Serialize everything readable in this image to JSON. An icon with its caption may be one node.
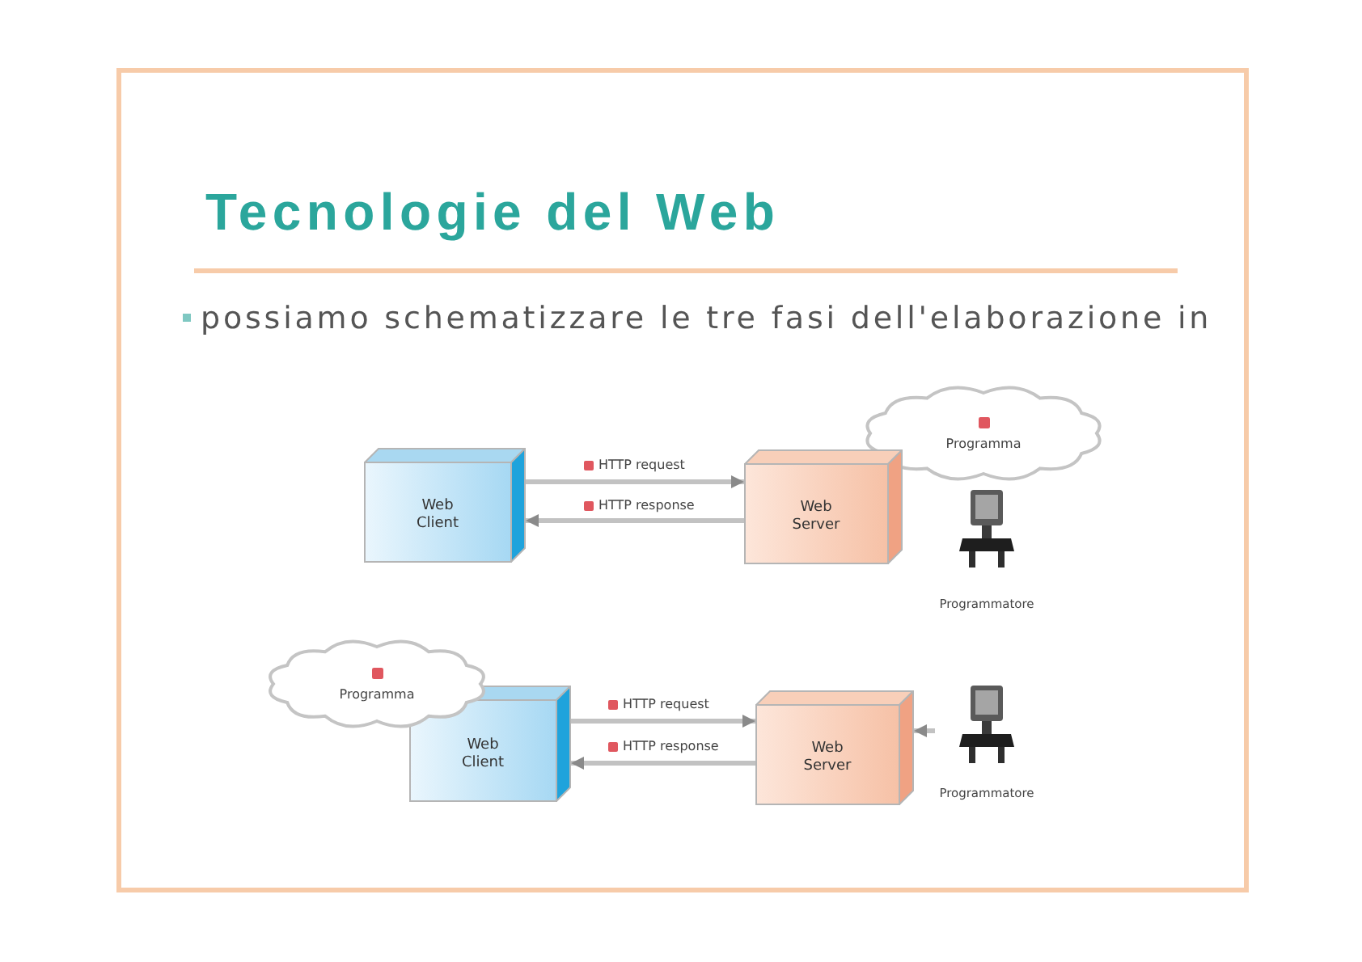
{
  "diagram": {
    "title": "Tecnologie del Web",
    "nodes": [
      {
        "text": [
          "Web Client"
        ]
      },
      {
        "text": [
          "Web Server"
        ]
      },
      {
        "text": [
          "Programma"
        ]
      },
      {
        "text": [
          "Programmatore"
        ]
      },
      {
        "text": [
          "Programma"
        ]
      },
      {
        "text": [
          "Web Client"
        ]
      },
      {
        "text": [
          "Web Server"
        ]
      },
      {
        "text": [
          "Programmatore"
        ]
      }
    ],
    "edges": [
      {
        "from": 0,
        "to": 1,
        "arrow": "to",
        "label": "HTTP request"
      },
      {
        "from": 1,
        "to": 0,
        "arrow": "to",
        "label": "HTTP response"
      },
      {
        "from": 5,
        "to": 6,
        "arrow": "to",
        "label": "HTTP request"
      },
      {
        "from": 6,
        "to": 5,
        "arrow": "to",
        "label": "HTTP response"
      },
      {
        "from": 7,
        "to": 6,
        "arrow": "to"
      }
    ],
    "labels": [
      "possiamo schematizzare le tre fasi dell'elaborazione in"
    ]
  }
}
